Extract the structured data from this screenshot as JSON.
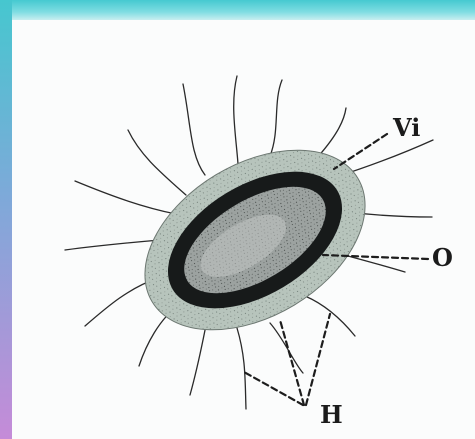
{
  "labels": {
    "vi": "Vi",
    "o": "O",
    "h": "H"
  },
  "colors": {
    "top_band": "#45c9d0",
    "left_band_top": "#46c7cf",
    "left_band_bottom": "#c58bd8",
    "outer_capsule": "#b9c6bf",
    "cell_wall": "#171a1a",
    "cytoplasm": "#a9aeae"
  }
}
